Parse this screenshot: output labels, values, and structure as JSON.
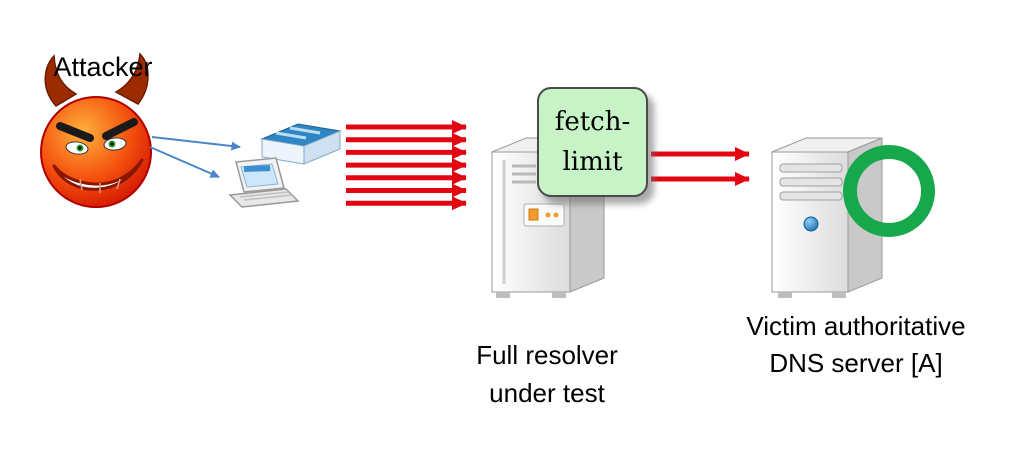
{
  "diagram": {
    "attacker": {
      "label": "Attacker"
    },
    "fetch_limit_box": {
      "line1": "fetch-",
      "line2": "limit"
    },
    "resolver": {
      "label_line1": "Full resolver",
      "label_line2": "under test"
    },
    "victim": {
      "label_line1": "Victim authoritative",
      "label_line2": "DNS server [A]"
    },
    "flood": {
      "arrow_count": 7
    },
    "colors": {
      "flood_arrow_red": "#e20613",
      "attack_arrow_blue": "#4a86c8",
      "fetch_limit_fill": "#c8f3c6",
      "fetch_limit_border": "#4a4a4a",
      "ring_green": "#17a84b"
    }
  }
}
